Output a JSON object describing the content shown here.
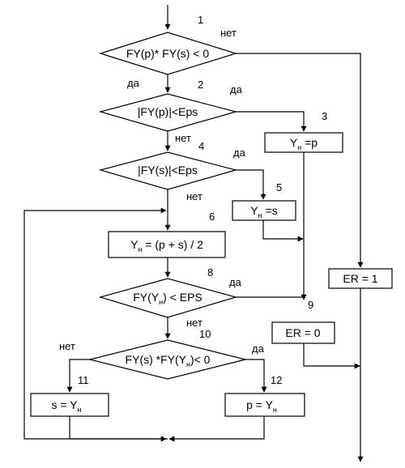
{
  "diagram": {
    "blocks": [
      {
        "id": "1",
        "kind": "decision",
        "text": "FY(p)* FY(s) < 0"
      },
      {
        "id": "2",
        "kind": "decision",
        "text": "|FY(p)|<Eps"
      },
      {
        "id": "3",
        "kind": "process",
        "text_main": "Y",
        "text_sub": "н",
        "text_tail": " =p"
      },
      {
        "id": "4",
        "kind": "decision",
        "text": "|FY(s)|<Eps"
      },
      {
        "id": "5",
        "kind": "process",
        "text_main": "Y",
        "text_sub": "н",
        "text_tail": " =s"
      },
      {
        "id": "6",
        "kind": "process",
        "text_main": "Y",
        "text_sub": "н",
        "text_tail": " = (p + s) / 2"
      },
      {
        "id": "8",
        "kind": "decision",
        "text_main": "FY(Y",
        "text_sub": "н",
        "text_tail": ") < EPS"
      },
      {
        "id": "9",
        "kind": "process",
        "text": "ER = 0"
      },
      {
        "id": "10",
        "kind": "decision",
        "text_main": "FY(s) *FY(Y",
        "text_sub": "н",
        "text_tail": ")< 0"
      },
      {
        "id": "11",
        "kind": "process",
        "text_main": "s = Y",
        "text_sub": "н"
      },
      {
        "id": "12",
        "kind": "process",
        "text_main": "p = Y",
        "text_sub": "н"
      },
      {
        "id": "ER1",
        "kind": "process",
        "text": "ER = 1"
      }
    ],
    "labels": {
      "yes": "да",
      "no": "нет"
    }
  }
}
